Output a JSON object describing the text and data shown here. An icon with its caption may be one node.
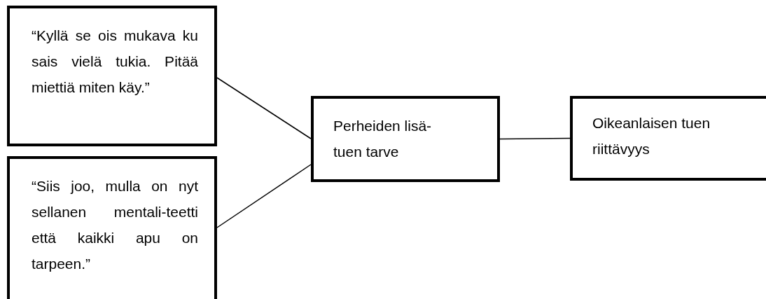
{
  "diagram": {
    "nodes": [
      {
        "text": [
          "“Kyllä se ois mukava ku sais vielä tukia. Pitää miettiä miten käy.”"
        ]
      },
      {
        "text": [
          "“Siis joo, mulla on nyt sellanen mentali-teetti että kaikki apu on tarpeen.”"
        ]
      },
      {
        "text": [
          "Perheiden lisä-tuen tarve"
        ]
      },
      {
        "text": [
          "Oikeanlaisen tuen riittävyys"
        ]
      }
    ],
    "edges": [
      {
        "from": 0,
        "to": 2,
        "arrow": "none"
      },
      {
        "from": 1,
        "to": 2,
        "arrow": "none"
      },
      {
        "from": 2,
        "to": 3,
        "arrow": "none"
      }
    ]
  }
}
